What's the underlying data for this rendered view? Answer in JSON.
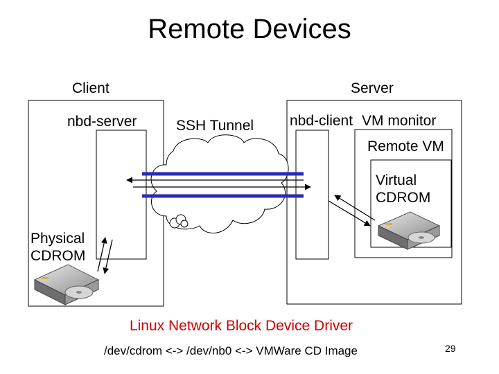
{
  "slide": {
    "title": "Remote Devices",
    "page_number": "29"
  },
  "client": {
    "label": "Client",
    "nbd_server_label": "nbd-server",
    "physical_cdrom_label": "Physical\nCDROM"
  },
  "tunnel": {
    "label": "SSH Tunnel"
  },
  "server": {
    "label": "Server",
    "nbd_client_label": "nbd-client",
    "vm_monitor_label": "VM monitor",
    "remote_vm_label": "Remote VM",
    "virtual_cdrom_label": "Virtual\nCDROM"
  },
  "footer": {
    "driver_title": "Linux Network Block Device Driver",
    "driver_path": "/dev/cdrom <-> /dev/nb0 <-> VMWare CD Image"
  },
  "colors": {
    "tunnel_bar": "#2a2ab8",
    "accent_text": "#cc0000"
  },
  "icons": {
    "physical_drive": "cdrom-drive-icon",
    "virtual_drive": "cdrom-drive-icon"
  }
}
